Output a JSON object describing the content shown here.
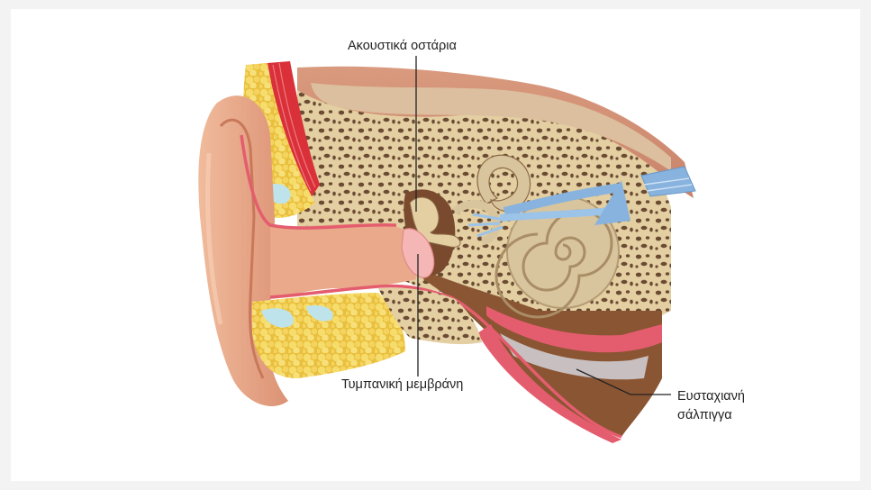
{
  "labels": {
    "ossicles": "Ακουστικά οστάρια",
    "eardrum": "Τυμπανική μεμβράνη",
    "eustachian_line1": "Ευσταχιανή",
    "eustachian_line2": "σάλπιγγα"
  },
  "colors": {
    "background": "#f3f3f3",
    "panel": "#ffffff",
    "skin": "#e8a888",
    "skin_dark": "#d88c6e",
    "canal_lining": "#e45d6e",
    "bone": "#e3cfa2",
    "bone_pores": "#6b4b33",
    "fat": "#f2d25a",
    "fat_light": "#bfe3ea",
    "muscle": "#d9303a",
    "cochlea": "#d8c59d",
    "nerve": "#88b3de",
    "tube_brown": "#8a5533",
    "eardrum": "#f5b7b5",
    "leader_line": "#222222"
  }
}
